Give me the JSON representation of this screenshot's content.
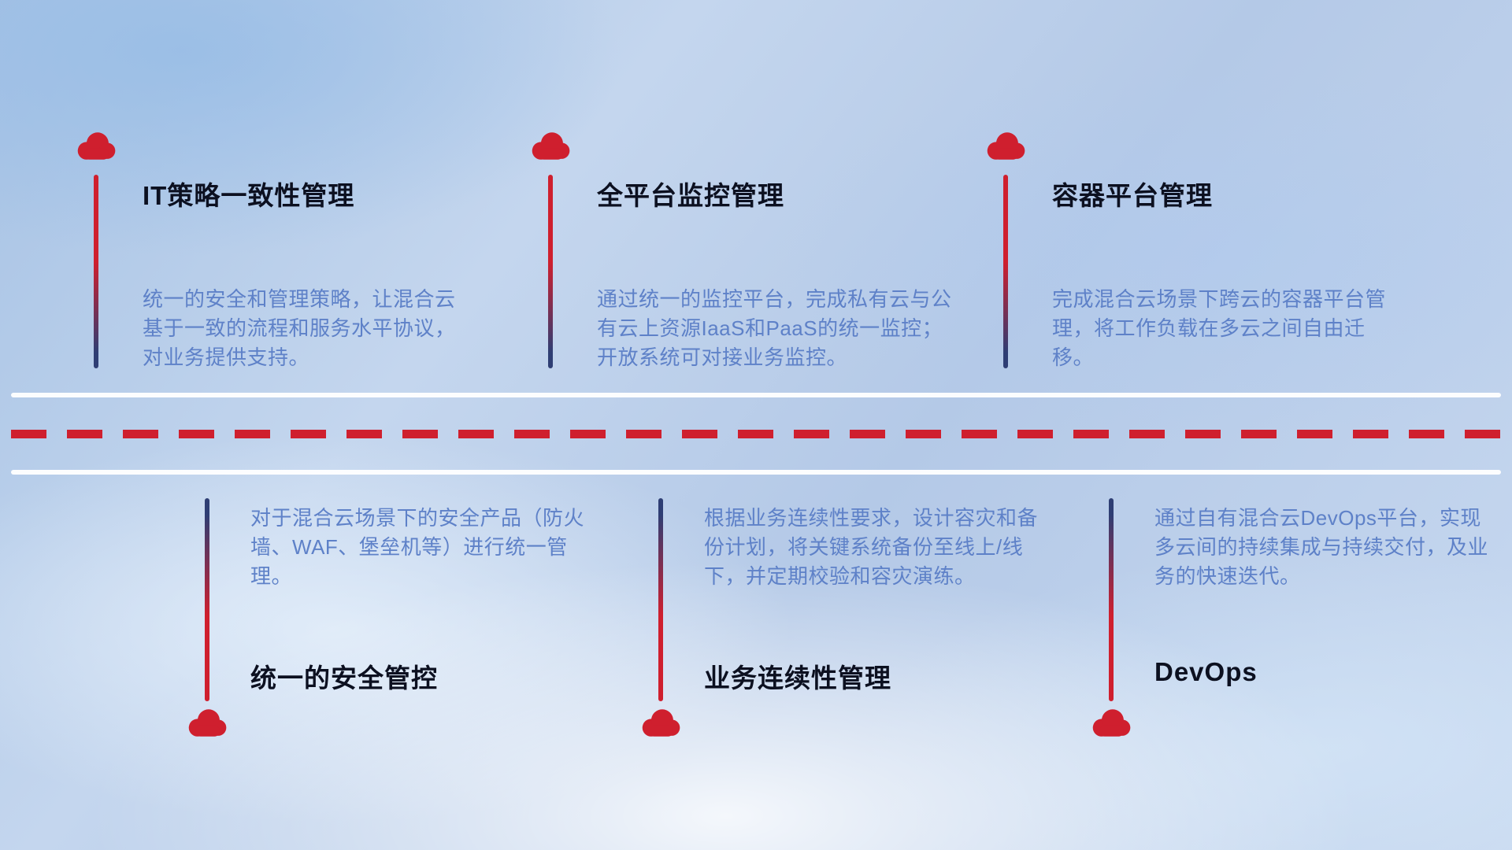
{
  "colors": {
    "accent_red": "#cf1f2e",
    "accent_navy": "#2e3e74",
    "title_text": "#0c1020",
    "desc_text": "#5e81c8",
    "road_line": "#ffffff"
  },
  "icon": "cloud-icon",
  "top_items": [
    {
      "title": "IT策略一致性管理",
      "desc": "统一的安全和管理策略，让混合云基于一致的流程和服务水平协议，对业务提供支持。"
    },
    {
      "title": "全平台监控管理",
      "desc": "通过统一的监控平台，完成私有云与公有云上资源IaaS和PaaS的统一监控；开放系统可对接业务监控。"
    },
    {
      "title": "容器平台管理",
      "desc": "完成混合云场景下跨云的容器平台管理，将工作负载在多云之间自由迁移。"
    }
  ],
  "bottom_items": [
    {
      "title": "统一的安全管控",
      "desc": "对于混合云场景下的安全产品（防火墙、WAF、堡垒机等）进行统一管理。"
    },
    {
      "title": "业务连续性管理",
      "desc": "根据业务连续性要求，设计容灾和备份计划，将关键系统备份至线上/线下，并定期校验和容灾演练。"
    },
    {
      "title": "DevOps",
      "desc": "通过自有混合云DevOps平台，实现多云间的持续集成与持续交付，及业务的快速迭代。"
    }
  ]
}
